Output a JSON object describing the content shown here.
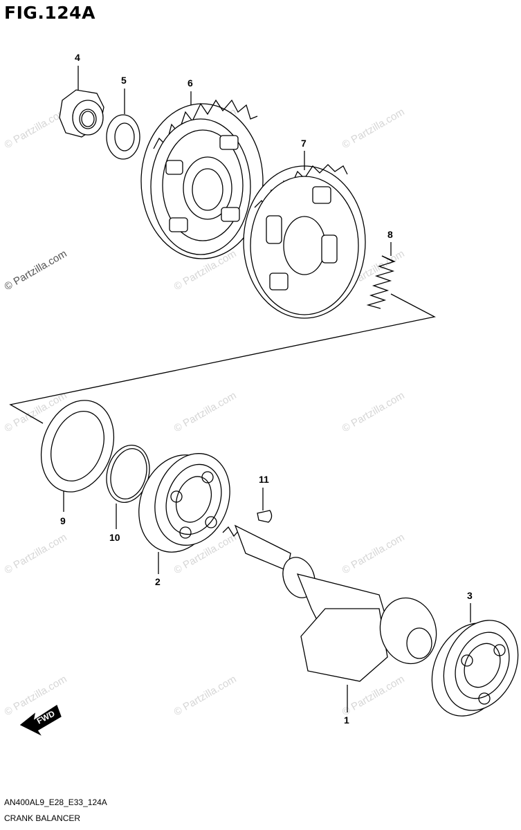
{
  "figure": {
    "title": "FIG.124A",
    "code": "AN400AL9_E28_E33_124A",
    "name": "CRANK BALANCER"
  },
  "watermark": "© Partzilla.com",
  "fwd_label": "FWD",
  "callouts": [
    "1",
    "2",
    "3",
    "4",
    "5",
    "6",
    "7",
    "8",
    "9",
    "10",
    "11"
  ]
}
